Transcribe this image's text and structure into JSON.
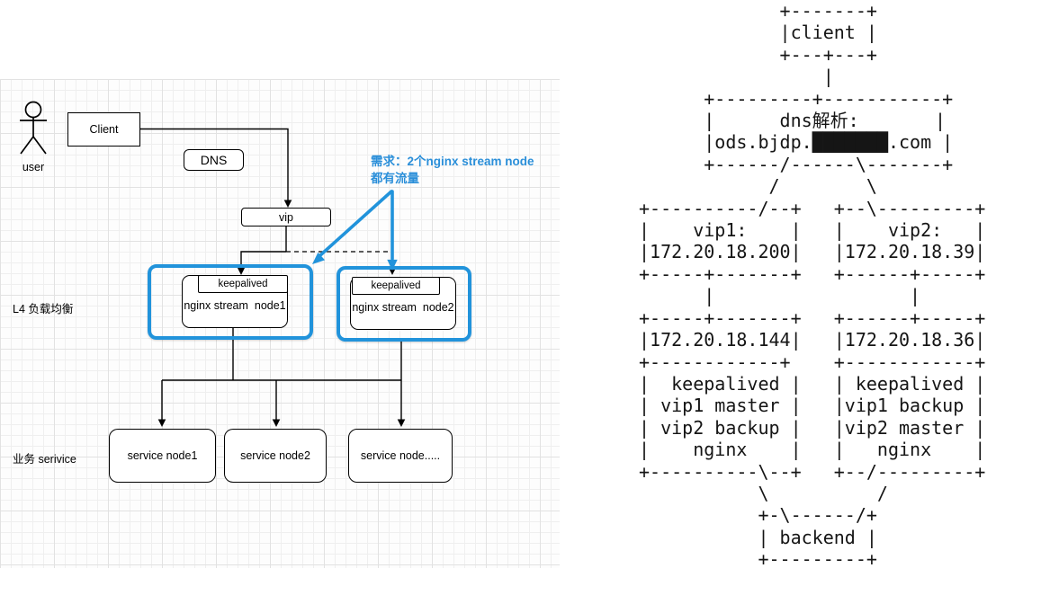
{
  "colors": {
    "accent_blue": "#2193DB",
    "note_blue": "#2B8FD9",
    "grid_minor": "#efefef",
    "grid_major": "#e2e2e2"
  },
  "left_diagram": {
    "actor_label": "user",
    "client_label": "Client",
    "dns_label": "DNS",
    "vip_label": "vip",
    "lane_labels": {
      "l4": "L4 负载均衡",
      "business": "业务 serivice"
    },
    "note": {
      "line1": "需求：2个nginx stream node",
      "line2": "都有流量"
    },
    "lb_nodes": [
      {
        "tag": "keepalived",
        "name": "nginx stream  node1"
      },
      {
        "tag": "keepalived",
        "name": "nginx stream  node2"
      }
    ],
    "service_nodes": [
      "service node1",
      "service node2",
      "service node....."
    ]
  },
  "ascii_panel": {
    "art": "             +-------+\n             |client |\n             +---+---+\n                 |\n      +---------+-----------+\n      |      dns解析:       |\n      |ods.bjdp.███████.com |\n      +------/------\\-------+\n            /        \\\n+----------/--+   +--\\---------+\n|    vip1:    |   |    vip2:   |\n|172.20.18.200|   |172.20.18.39|\n+-----+-------+   +------+-----+\n      |                  |\n+-----+-------+   +------+-----+\n|172.20.18.144|   |172.20.18.36|\n+------------+    +------------+\n|  keepalived |   | keepalived |\n| vip1 master |   |vip1 backup |\n| vip2 backup |   |vip2 master |\n|    nginx    |   |   nginx    |\n+----------\\--+   +--/---------+\n           \\          /\n           +-\\------/+\n           | backend |\n           +---------+"
  }
}
